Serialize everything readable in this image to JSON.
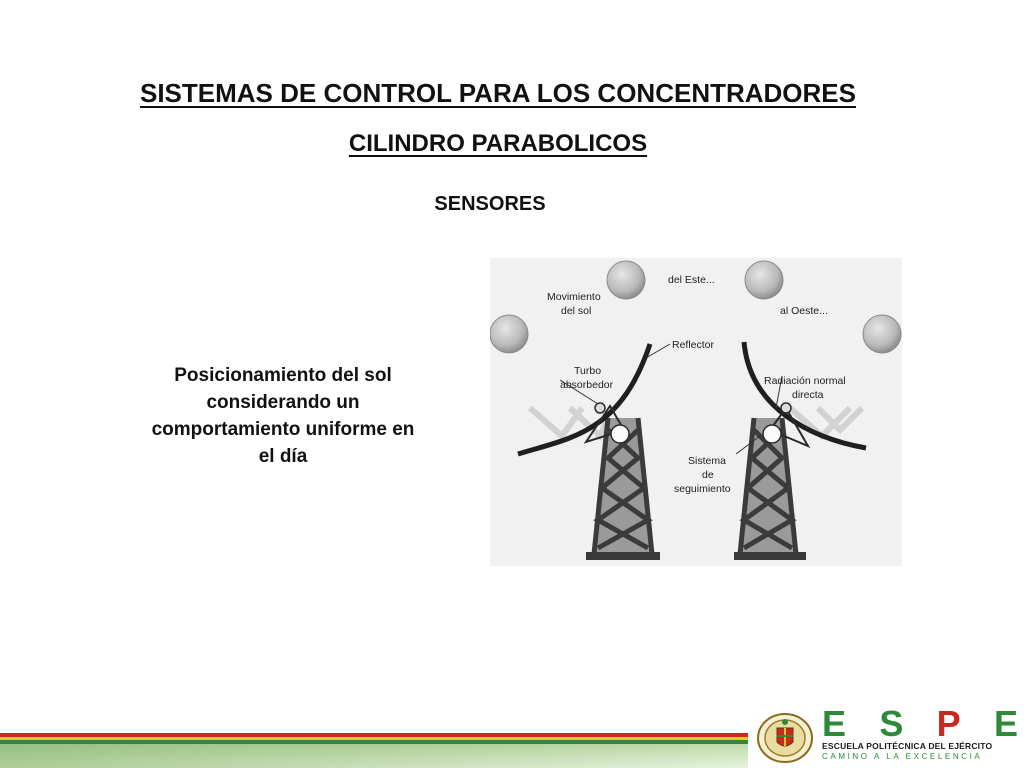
{
  "slide": {
    "title_line1": "SISTEMAS DE CONTROL PARA LOS  CONCENTRADORES",
    "title_line2": "CILINDRO PARABOLICOS",
    "subtitle": "SENSORES",
    "description": "Posicionamiento del sol considerando un comportamiento uniforme en el día"
  },
  "diagram": {
    "labels": {
      "del_este": "del Este...",
      "movimiento_line1": "Movimiento",
      "movimiento_line2": "del sol",
      "al_oeste": "al Oeste...",
      "reflector": "Reflector",
      "turbo_line1": "Turbo",
      "turbo_line2": "absorbedor",
      "radiacion_line1": "Radiación normal",
      "radiacion_line2": "directa",
      "sistema_line1": "Sistema",
      "sistema_line2": "de",
      "sistema_line3": "seguimiento"
    }
  },
  "footer": {
    "logo_letters": [
      "E",
      "S",
      "P",
      "E"
    ],
    "logo_letter_colors": [
      "#2c8a3a",
      "#2c8a3a",
      "#c8281e",
      "#2c8a3a"
    ],
    "institution": "ESCUELA POLITÉCNICA DEL EJÉRCITO",
    "motto": "CAMINO A LA EXCELENCIA",
    "stripe_colors": [
      "#c8281e",
      "#e3c92a",
      "#2c8a3a"
    ]
  }
}
